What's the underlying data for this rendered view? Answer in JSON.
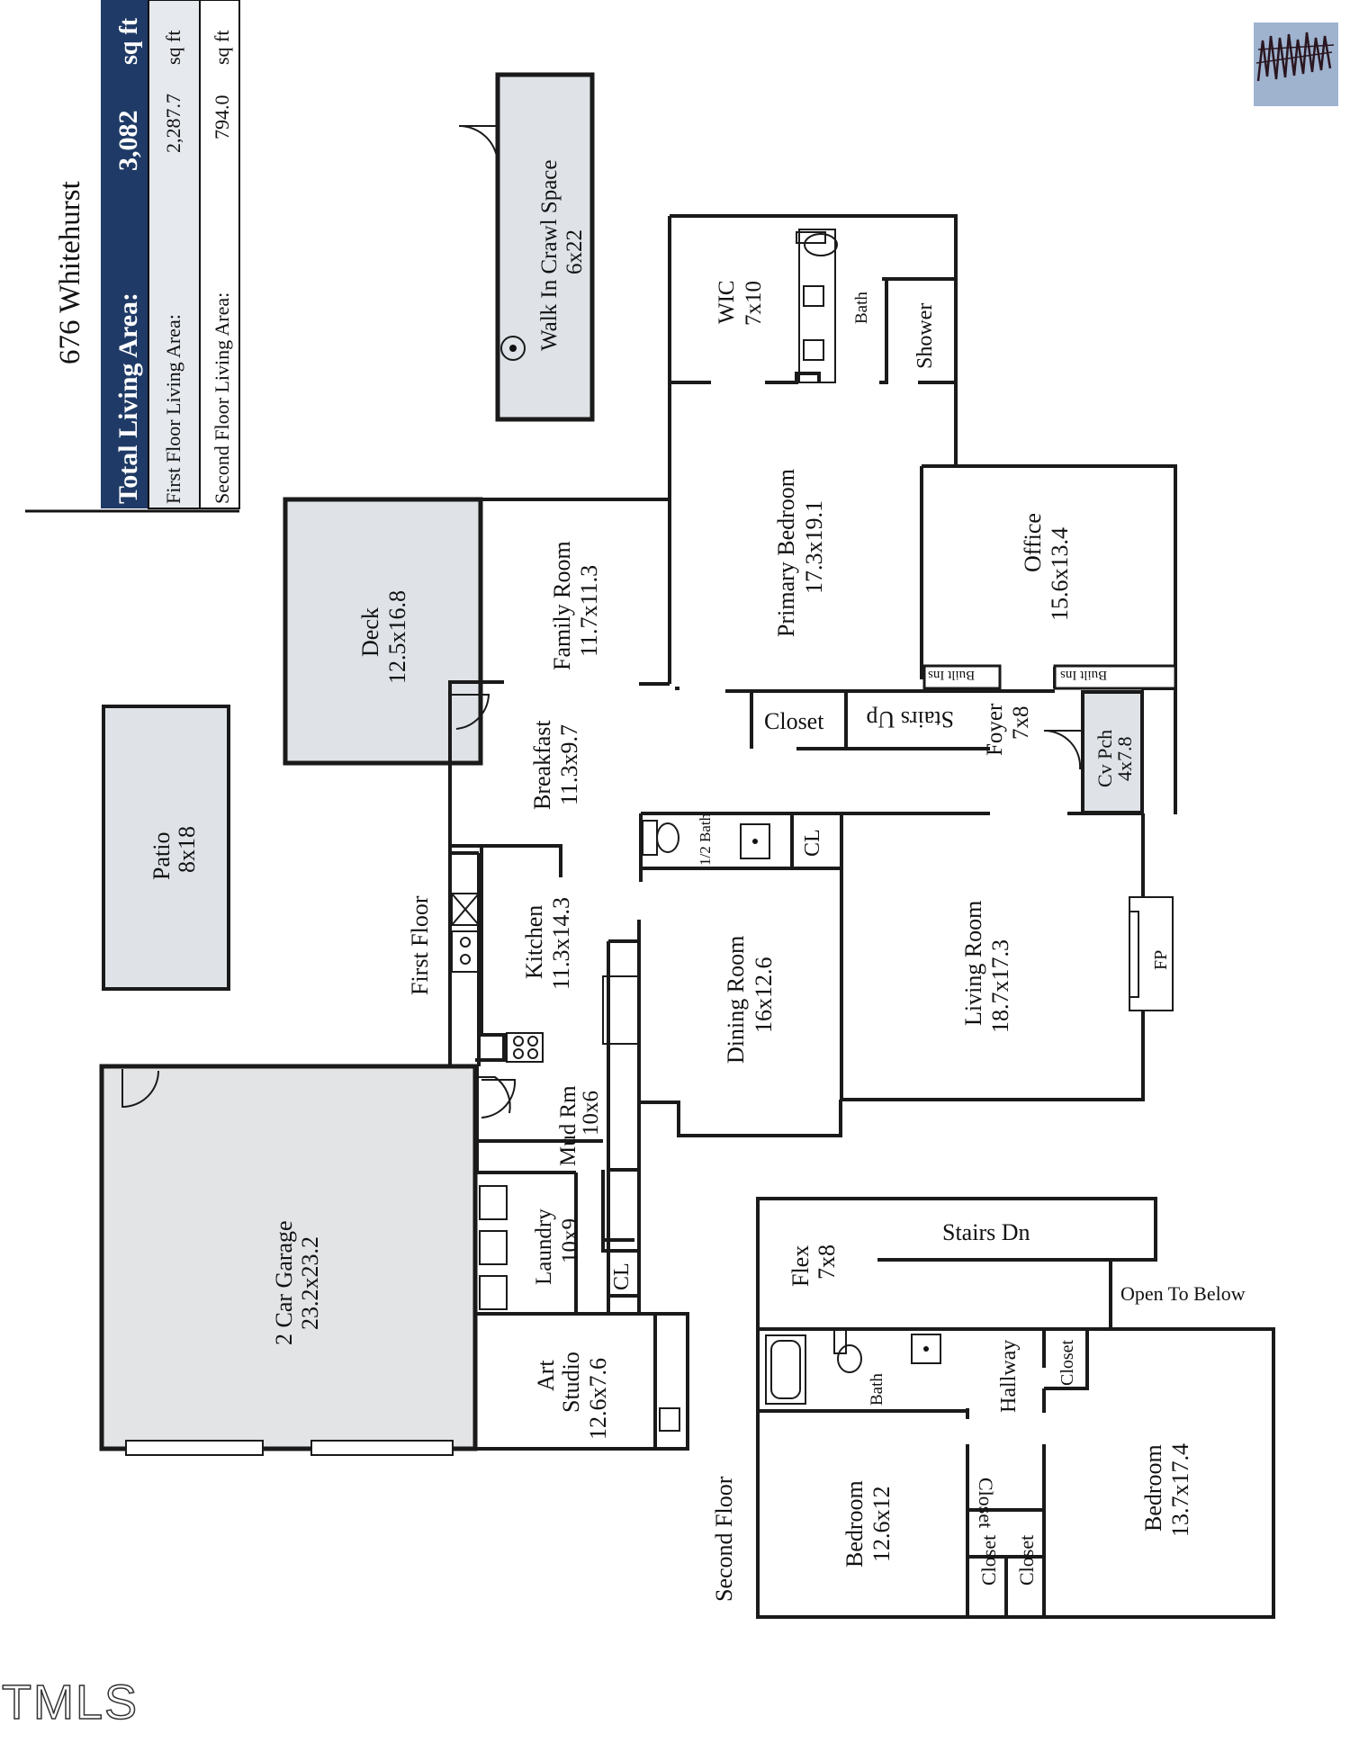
{
  "header": {
    "title": "676 Whitehurst",
    "total_label": "Total Living Area:",
    "total_value": "3,082",
    "total_unit": "sq ft",
    "first_label": "First Floor Living Area:",
    "first_value": "2,287.7",
    "first_unit": "sq ft",
    "second_label": "Second Floor Living Area:",
    "second_value": "794.0",
    "second_unit": "sq ft"
  },
  "colors": {
    "header_bg": "#1f3a66",
    "shade": "#dfe3e8",
    "garage": "#e2e4e6",
    "title": "#1f3a66"
  },
  "floors": {
    "first": "First Floor",
    "second": "Second Floor"
  },
  "rooms": {
    "crawl": {
      "name": "Walk In Crawl Space",
      "dim": "6x22"
    },
    "wic": {
      "name": "WIC",
      "dim": "7x10"
    },
    "bath_primary": {
      "name": "Bath"
    },
    "shower": {
      "name": "Shower"
    },
    "primary": {
      "name": "Primary Bedroom",
      "dim": "17.3x19.1"
    },
    "office": {
      "name": "Office",
      "dim": "15.6x13.4"
    },
    "builtins1": {
      "name": "Built Ins"
    },
    "builtins2": {
      "name": "Built Ins"
    },
    "family": {
      "name": "Family Room",
      "dim": "11.7x11.3"
    },
    "deck": {
      "name": "Deck",
      "dim": "12.5x16.8"
    },
    "closet_main": {
      "name": "Closet"
    },
    "stairs_up": {
      "name": "Stairs Up"
    },
    "foyer": {
      "name": "Foyer",
      "dim": "7x8"
    },
    "cvpch": {
      "name": "Cv Pch",
      "dim": "4x7.8"
    },
    "patio": {
      "name": "Patio",
      "dim": "8x18"
    },
    "breakfast": {
      "name": "Breakfast",
      "dim": "11.3x9.7"
    },
    "half_bath": {
      "name": "1/2 Bath"
    },
    "cl1": {
      "name": "CL"
    },
    "kitchen": {
      "name": "Kitchen",
      "dim": "11.3x14.3"
    },
    "dining": {
      "name": "Dining Room",
      "dim": "16x12.6"
    },
    "living": {
      "name": "Living Room",
      "dim": "18.7x17.3"
    },
    "fp": {
      "name": "FP"
    },
    "garage": {
      "name": "2 Car Garage",
      "dim": "23.2x23.2"
    },
    "mudrm": {
      "name": "Mud Rm",
      "dim": "10x6"
    },
    "laundry": {
      "name": "Laundry",
      "dim": "10x9"
    },
    "cl2": {
      "name": "CL"
    },
    "art": {
      "name1": "Art",
      "name2": "Studio",
      "dim": "12.6x7.6"
    },
    "flex": {
      "name": "Flex",
      "dim": "7x8"
    },
    "stairs_dn": {
      "name": "Stairs Dn"
    },
    "open_below": {
      "name": "Open To Below"
    },
    "bath2": {
      "name": "Bath"
    },
    "hallway": {
      "name": "Hallway"
    },
    "closet2": {
      "name": "Closet"
    },
    "closet3": {
      "name": "Closet"
    },
    "closet4": {
      "name": "Closet"
    },
    "closet5": {
      "name": "Closet"
    },
    "bedroom1": {
      "name": "Bedroom",
      "dim": "12.6x12"
    },
    "bedroom2": {
      "name": "Bedroom",
      "dim": "13.7x17.4"
    }
  },
  "footer": {
    "logo": "TMLS"
  }
}
